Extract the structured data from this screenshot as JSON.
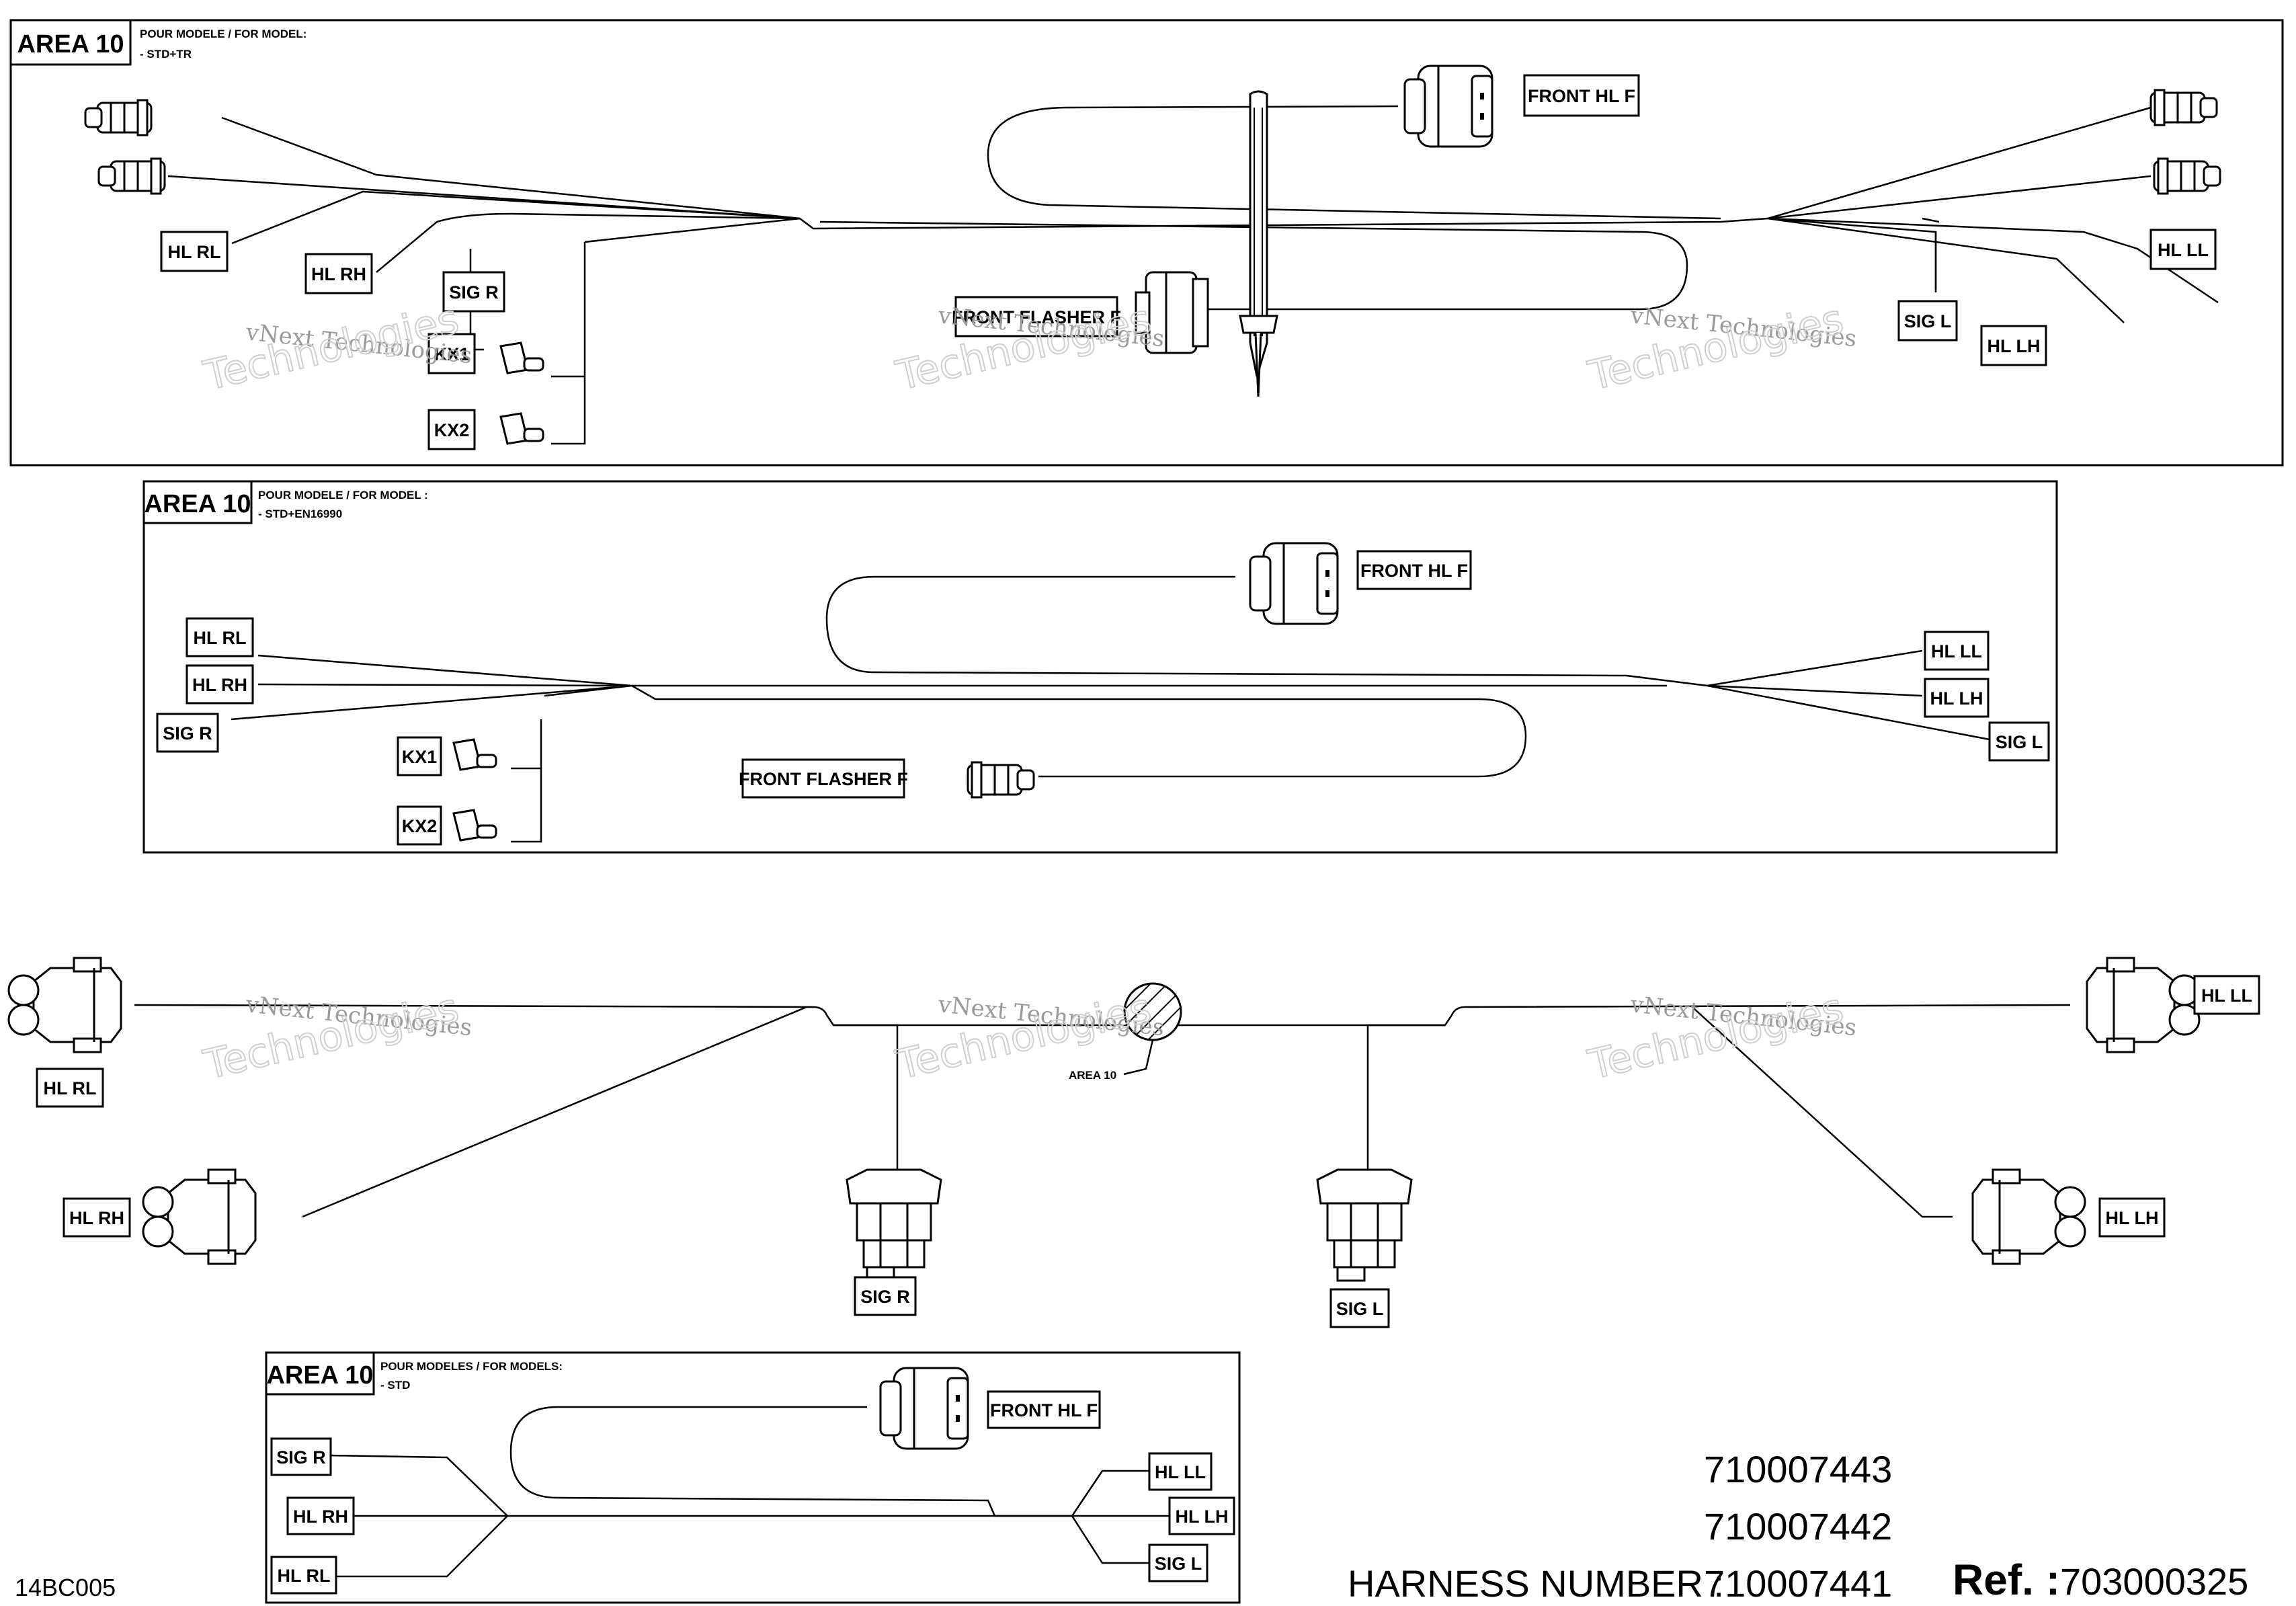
{
  "panel_top": {
    "area": "AREA 10",
    "model_line1": "POUR MODELE / FOR MODEL:",
    "model_line2": "- STD+TR",
    "labels": {
      "front_hl_f": "FRONT HL F",
      "hl_rl": "HL RL",
      "hl_rh": "HL RH",
      "sig_r": "SIG R",
      "kx1": "KX1",
      "kx2": "KX2",
      "front_flasher_f": "FRONT FLASHER F",
      "sig_l": "SIG L",
      "hl_lh": "HL LH",
      "hl_ll": "HL LL"
    }
  },
  "panel_middle": {
    "area": "AREA 10",
    "model_line1": "POUR MODELE / FOR MODEL :",
    "model_line2": "- STD+EN16990",
    "labels": {
      "front_hl_f": "FRONT HL F",
      "hl_rl": "HL RL",
      "hl_rh": "HL RH",
      "sig_r": "SIG R",
      "kx1": "KX1",
      "kx2": "KX2",
      "front_flasher_f": "FRONT FLASHER F",
      "hl_ll": "HL LL",
      "hl_lh": "HL LH",
      "sig_l": "SIG L"
    }
  },
  "main_harness": {
    "area_callout": "AREA 10",
    "labels": {
      "hl_rl": "HL RL",
      "hl_rh": "HL RH",
      "sig_r": "SIG R",
      "sig_l": "SIG L",
      "hl_ll": "HL LL",
      "hl_lh": "HL LH"
    }
  },
  "panel_bottom": {
    "area": "AREA 10",
    "model_line1": "POUR MODELES / FOR MODELS:",
    "model_line2": "- STD",
    "labels": {
      "front_hl_f": "FRONT HL F",
      "sig_r": "SIG R",
      "hl_rh": "HL RH",
      "hl_rl": "HL RL",
      "hl_ll": "HL LL",
      "hl_lh": "HL LH",
      "sig_l": "SIG L"
    }
  },
  "footer": {
    "drawing_code": "14BC005",
    "harness_label": "HARNESS NUMBER :",
    "harness_numbers": [
      "710007443",
      "710007442",
      "710007441"
    ],
    "ref_label": "Ref. :",
    "ref_value": "703000325"
  },
  "watermark": {
    "line1": "vNext Technologies",
    "line2": "vNext",
    "line3": "Technologies"
  }
}
